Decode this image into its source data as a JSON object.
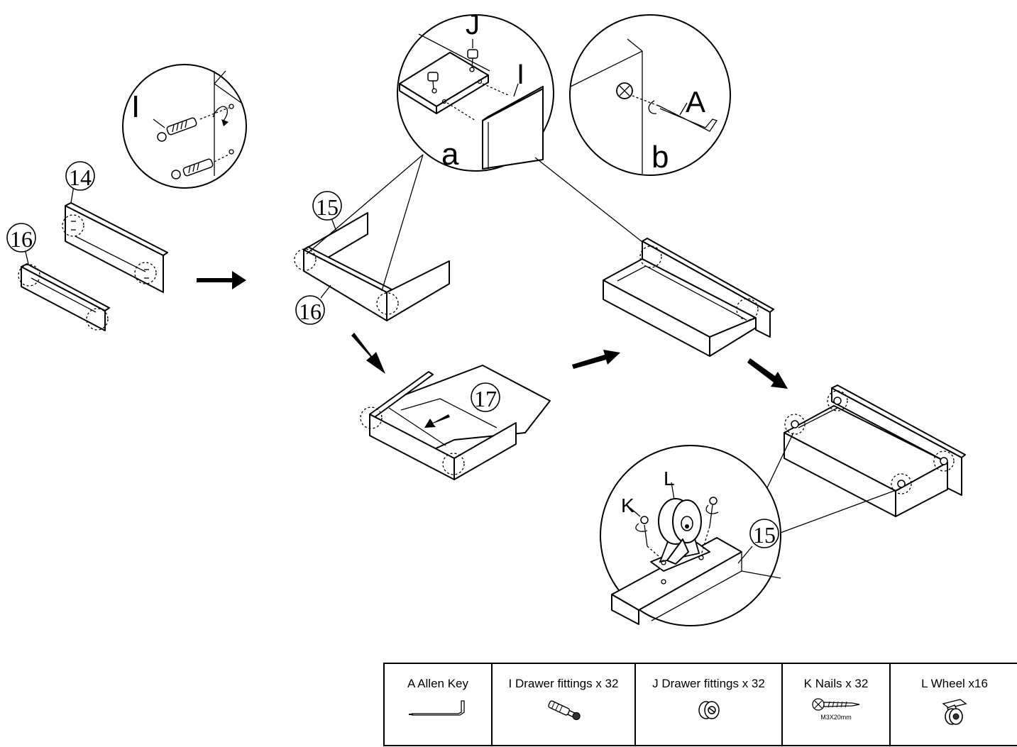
{
  "labels": {
    "part_14": "14",
    "part_15": "15",
    "part_16": "16",
    "part_17": "17",
    "fitting_i": "I",
    "fitting_j": "J",
    "tool_a": "A",
    "detail_a": "a",
    "detail_b": "b",
    "nail_k": "K",
    "wheel_l": "L"
  },
  "parts_table": [
    {
      "code": "A",
      "label": "A  Allen Key",
      "icon": "allen-key-icon"
    },
    {
      "code": "I",
      "label": "I Drawer fittings x 32",
      "icon": "cam-bolt-icon"
    },
    {
      "code": "J",
      "label": "J Drawer fittings x 32",
      "icon": "cam-lock-icon"
    },
    {
      "code": "K",
      "label": "K Nails x 32",
      "icon": "screw-icon",
      "spec": "M3X20mm"
    },
    {
      "code": "L",
      "label": "L Wheel x16",
      "icon": "caster-wheel-icon"
    }
  ]
}
